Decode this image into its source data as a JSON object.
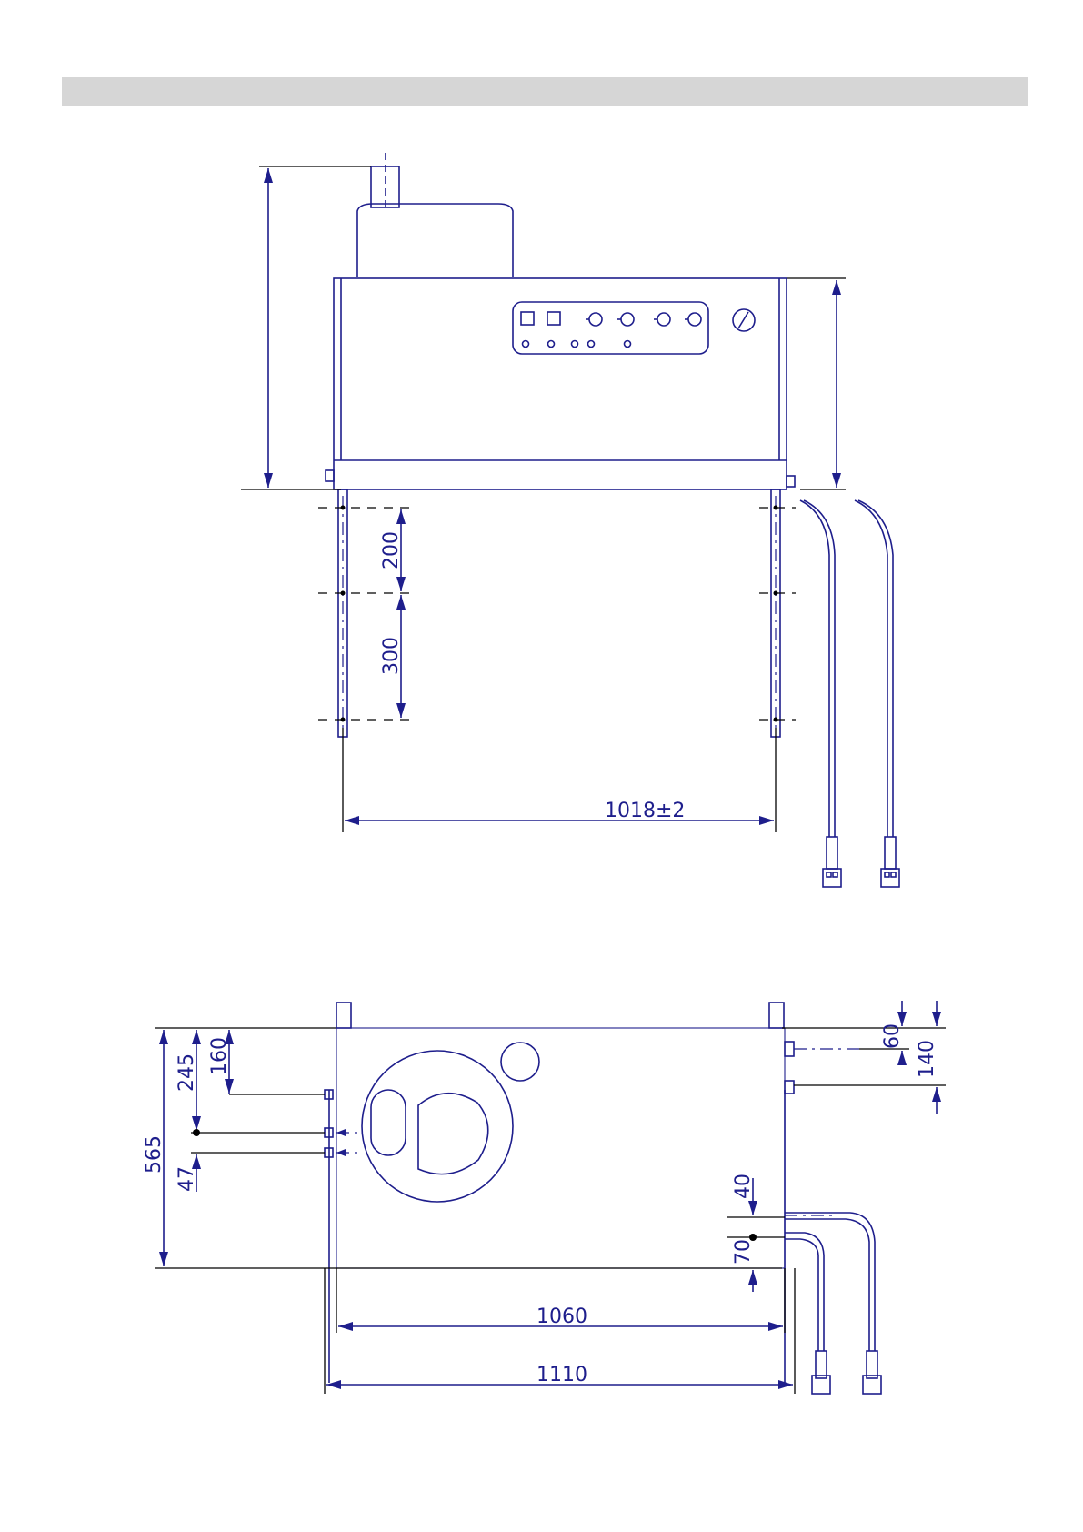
{
  "header": {
    "bar_color": "#d6d6d6"
  },
  "colors": {
    "drawing_blue": "#1e1e8c",
    "dimension_black": "#000000"
  },
  "front_view": {
    "dimensions": {
      "leg_spacing_upper": "200",
      "leg_spacing_lower": "300",
      "leg_width": "1018±2"
    }
  },
  "top_view": {
    "dimensions": {
      "overall_depth": "565",
      "left_offset_245": "245",
      "left_offset_160": "160",
      "left_offset_47": "47",
      "right_offset_60": "60",
      "right_offset_140": "140",
      "right_offset_40": "40",
      "right_offset_70": "70",
      "inner_width": "1060",
      "outer_width": "1110"
    }
  }
}
